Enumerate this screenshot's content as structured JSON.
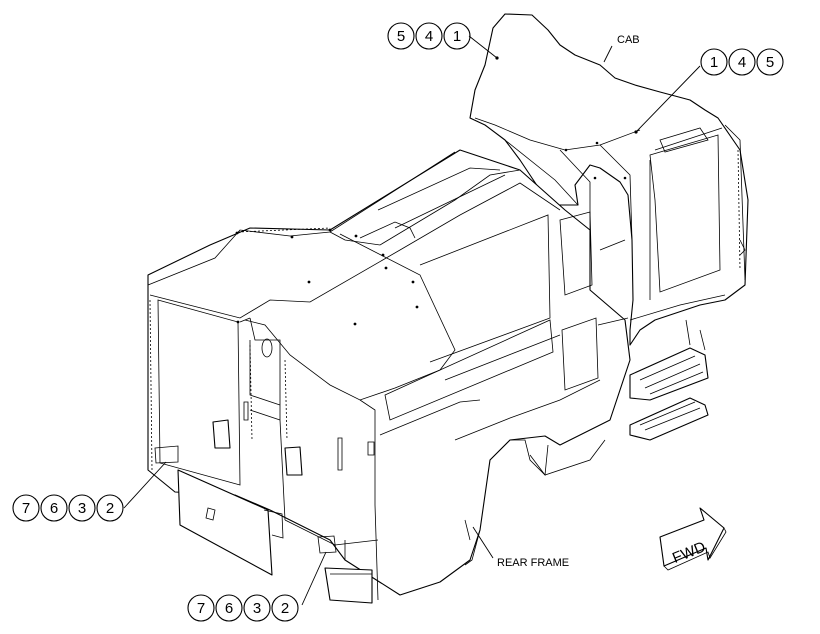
{
  "callouts": {
    "cab_top_left": [
      "5",
      "4",
      "1"
    ],
    "cab_top_right": [
      "1",
      "4",
      "5"
    ],
    "rear_left": [
      "7",
      "6",
      "3",
      "2"
    ],
    "rear_bottom": [
      "7",
      "6",
      "3",
      "2"
    ]
  },
  "labels": {
    "cab": "CAB",
    "rear_frame": "REAR FRAME",
    "forward": "FWD"
  }
}
